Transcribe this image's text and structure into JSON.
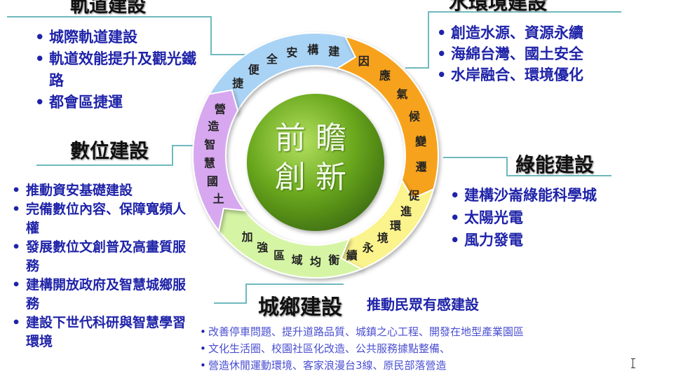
{
  "center": {
    "line1": "前瞻",
    "line2": "創新",
    "color": "#6aa81e"
  },
  "ring": [
    {
      "label": "捷便全安構建",
      "color": "#a9d3f5"
    },
    {
      "label": "因應氣候變遷",
      "color": "#f7a21b"
    },
    {
      "label": "促進環境永續",
      "color": "#fbf38c"
    },
    {
      "label": "加強區域均衡",
      "color": "#d5f5a5"
    },
    {
      "label": "營造智慧國土",
      "color": "#d7a8f0"
    }
  ],
  "rail": {
    "title": "軌道建設",
    "items": [
      "城際軌道建設",
      "軌道效能提升及觀光鐵路",
      "都會區捷運"
    ]
  },
  "water": {
    "title": "水環境建設",
    "items": [
      "創造水源、資源永續",
      "海綿台灣、國土安全",
      "水岸融合、環境優化"
    ]
  },
  "digital": {
    "title": "數位建設",
    "items": [
      "推動資安基礎建設",
      "完備數位內容、保障寬頻人權",
      "發展數位文創普及高畫質服務",
      "建構開放政府及智慧城鄉服務",
      "建設下世代科研與智慧學習環境"
    ]
  },
  "green": {
    "title": "綠能建設",
    "items": [
      "建構沙崙綠能科學城",
      "太陽光電",
      "風力發電"
    ]
  },
  "urban": {
    "title": "城鄉建設",
    "subtitle": "推動民眾有感建設",
    "items": [
      "改善停車問題、提升道路品質、城鎮之心工程、開發在地型產業園區",
      "文化生活圈、校園社區化改造、公共服務據點整備、",
      "營造休閒運動環境、客家浪漫台3線、原民部落營造"
    ]
  }
}
